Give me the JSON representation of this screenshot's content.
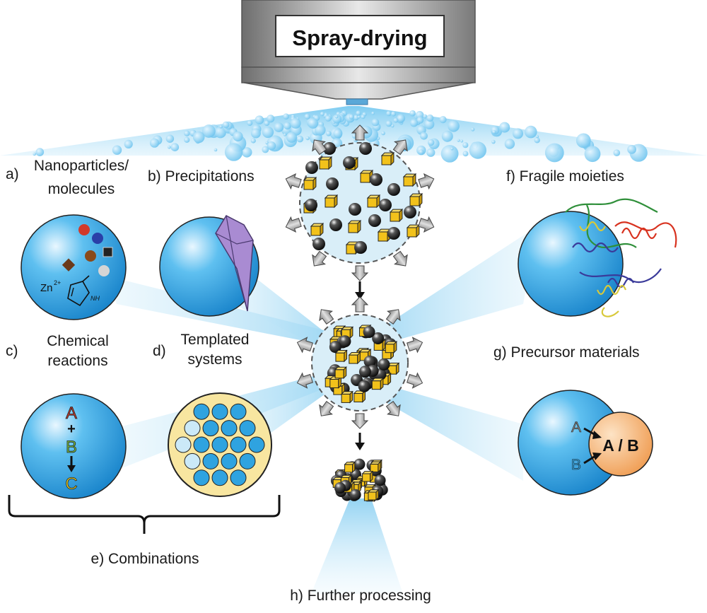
{
  "nozzle": {
    "title": "Spray-drying"
  },
  "labels": {
    "a_letter": "a)",
    "a_line1": "Nanoparticles/",
    "a_line2": "molecules",
    "b": "b) Precipitations",
    "c_letter": "c)",
    "c_line1": "Chemical",
    "c_line2": "reactions",
    "d_letter": "d)",
    "d_line1": "Templated",
    "d_line2": "systems",
    "e": "e) Combinations",
    "f": "f) Fragile moieties",
    "g": "g) Precursor materials",
    "h": "h) Further processing"
  },
  "sphere_a": {
    "ion": "Zn",
    "charge": "2+",
    "nh": "NH"
  },
  "sphere_c": {
    "a": "A",
    "plus": "+",
    "b": "B",
    "c": "C"
  },
  "sphere_g": {
    "a": "A",
    "b": "B",
    "product": "A / B"
  },
  "colors": {
    "sphere": "#2fa3e0",
    "nozzle_metal": "#9a9a9a",
    "cube": "#f2c21b",
    "particle": "#2a2a2a",
    "crystal": "#a98bd2",
    "template": "#f8e6a0",
    "product": "#f3a45c"
  }
}
